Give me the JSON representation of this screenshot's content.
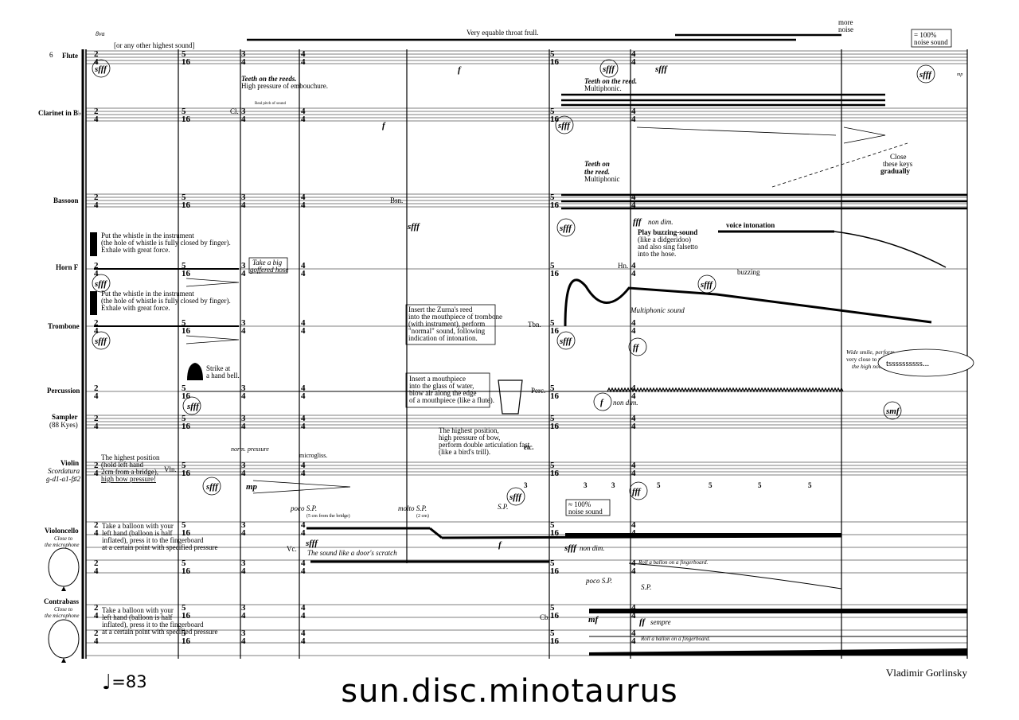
{
  "page_number": "6",
  "title": "sun.disc.minotaurus",
  "composer": "Vladimir Gorlinsky",
  "tempo": {
    "glyph": "♩",
    "text": "=83"
  },
  "instruments": {
    "flute": "Flute",
    "clarinet": "Clarinet in B♭",
    "bassoon": "Bassoon",
    "horn": "Horn F",
    "trombone": "Trombone",
    "percussion": "Percussion",
    "sampler": "Sampler",
    "sampler_sub": "(88 Kyes)",
    "violin": "Violin",
    "violin_sub1": "Scordatura",
    "violin_sub2": "g-d1-a1-f♯2",
    "cello": "Violoncello",
    "cello_sub1": "Close to",
    "cello_sub2": "the microphone",
    "bass": "Contrabass",
    "bass_sub1": "Close to",
    "bass_sub2": "the microphone"
  },
  "abbrev": {
    "cl": "Cl.",
    "bsn": "Bsn.",
    "hn": "Hn.",
    "tbn": "Tbn.",
    "perc": "Perc.",
    "vln": "Vln.",
    "vc": "Vc.",
    "cb": "Cb."
  },
  "time_signatures": [
    "2/4",
    "5/16",
    "3/4",
    "4/4",
    "5/16",
    "4/4"
  ],
  "dynamics": {
    "sfff": "sfff",
    "fff": "fff",
    "ff": "ff",
    "f": "f",
    "mp": "mp",
    "mf": "mf",
    "smf": "smf",
    "non_dim": "non dim.",
    "sempre": "sempre",
    "mp_small": "mp"
  },
  "flute": {
    "ottava": "8va",
    "highest": "[or any other highest sound]",
    "throat": "Very equable throat frull.",
    "more_noise": "more\nnoise",
    "noise_box": "= 100%\nnoise sound"
  },
  "clarinet": {
    "teeth1": "Teeth on the reeds.",
    "teeth1b": "High pressure of embouchure.",
    "real_pitch": "Real pitch of sound",
    "teeth2": "Teeth on the reed.",
    "teeth2b": "Multiphonic."
  },
  "bassoon": {
    "teeth": "Teeth on",
    "teeth_b": "the reed.",
    "teeth_c": "Multiphonic",
    "close1": "Close",
    "close2": "these keys",
    "close3": "gradually"
  },
  "horn": {
    "whistle1": "Put the whistle in the instrument",
    "whistle2": "(the hole of whistle is fully closed by finger).",
    "whistle3": "Exhale with great force.",
    "hose1": "Take a big",
    "hose2": "goffered hose",
    "buzz1": "Play buzzing-sound",
    "buzz2": "(like a didgeridoo)",
    "buzz3": "and also sing falsetto",
    "buzz4": "into the hose.",
    "voice": "voice intonation",
    "buzzing": "buzzing"
  },
  "trombone": {
    "whistle1": "Put the whistle in the instrument",
    "whistle2": "(the hole of whistle is fully closed by finger).",
    "whistle3": "Exhale with great force.",
    "zurna1": "Insert the Zurna's reed",
    "zurna2": "into the mouthpiece of trombone",
    "zurna3": "(with instrument), perform",
    "zurna4": "\"normal\" sound, following",
    "zurna5": "indication of intonation.",
    "multiphonic": "Multiphonic sound"
  },
  "percussion": {
    "bell1": "Strike at",
    "bell2": "a hand bell.",
    "glass1": "Insert a mouthpiece",
    "glass2": "into the glass of water,",
    "glass3": "blow air along the edge",
    "glass4": "of a mouthpiece (like a flute).",
    "smile1": "Wide smile, perform",
    "smile2": "very close to microphone",
    "smile3": "the high noise-sound.",
    "tsss": "tssssssssss..."
  },
  "violin": {
    "high1": "The highest position",
    "high2": "(hold left hand",
    "high3": "2cm from a bridge),",
    "high4": "high bow pressure!",
    "norm": "norm. pressure",
    "microgliss": "microgliss.",
    "bird1": "The highest position,",
    "bird2": "high pressure of bow,",
    "bird3": "perform double articulation fast",
    "bird4": "(like a bird's trill).",
    "etc": "etc."
  },
  "cello": {
    "balloon1": "Take a balloon with your",
    "balloon2": "left hand (balloon is half",
    "balloon3": "inflated), press it to the fingerboard",
    "balloon4": "at a certain point with specified pressure",
    "poco_sp": "poco S.P.",
    "five_cm": "(5 cm from the bridge)",
    "molto_sp": "molto S.P.",
    "two_cm": "(2 cm)",
    "sp": "S.P.",
    "noise_box": "≈ 100%\nnoise sound",
    "door": "The sound like a door's scratch",
    "roll": "Roll a ballon on a fingerboard."
  },
  "bass": {
    "balloon1": "Take a balloon with your",
    "balloon2": "left hand (balloon is half",
    "balloon3": "inflated), press it to the fingerboard",
    "balloon4": "at a certain point with specified pressure",
    "poco_sp": "poco S.P.",
    "sp": "S.P.",
    "roll": "Roll a ballon on a fingerboard."
  },
  "tuplets": [
    "3",
    "5"
  ]
}
